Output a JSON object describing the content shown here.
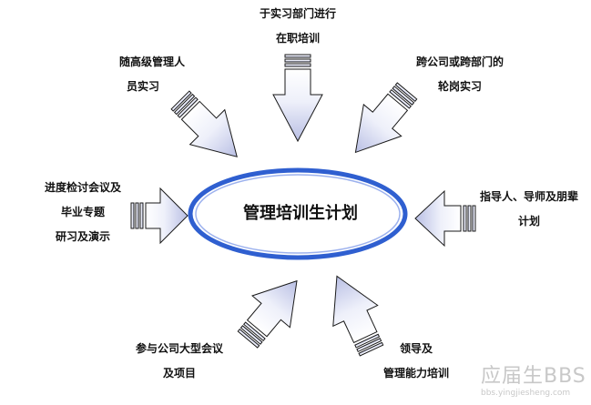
{
  "center": {
    "text": "管理培训生计划"
  },
  "nodes": [
    {
      "id": "top",
      "lines": [
        "于实习部门进行",
        "在职培训"
      ]
    },
    {
      "id": "top-left",
      "lines": [
        "随高级管理人",
        "员实习"
      ]
    },
    {
      "id": "top-right",
      "lines": [
        "跨公司或跨部门的",
        "轮岗实习"
      ]
    },
    {
      "id": "left",
      "lines": [
        "进度检讨会议及",
        "毕业专题",
        "研习及演示"
      ]
    },
    {
      "id": "right",
      "lines": [
        "指导人、导师及朋辈",
        "计划"
      ]
    },
    {
      "id": "bottom-left",
      "lines": [
        "参与公司大型会议",
        "及项目"
      ]
    },
    {
      "id": "bottom-right",
      "lines": [
        "领导及",
        "管理能力培训"
      ]
    }
  ],
  "watermark": {
    "main": "应届生BBS",
    "url": "bbs.yingjiesheng.com"
  },
  "colors": {
    "arrow_light": "#ffffff",
    "arrow_dark": "#b9bfe4",
    "arrow_stroke": "#1a1a1a",
    "ellipse_stroke": "#2f5fd0",
    "ellipse_inner": "#9db2ee"
  }
}
